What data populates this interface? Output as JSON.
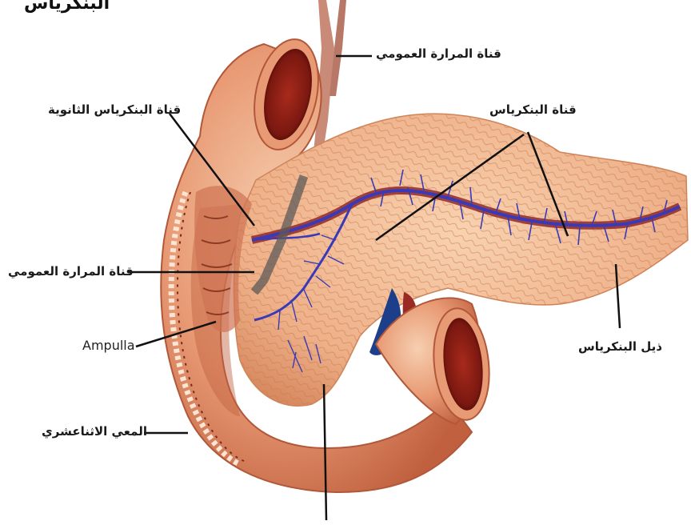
{
  "title_fragment": "البنكرياس",
  "labels": {
    "common_bile_duct_top": "قناة المرارة العمومي",
    "accessory_pancreatic_duct": "قناة البنكرياس الثانوية",
    "pancreatic_duct": "قناة البنكرياس",
    "common_bile_duct_left": "قناة المرارة العمومي",
    "ampulla": "Ampulla",
    "pancreas_tail": "ذيل البنكرياس",
    "duodenum": "المعي الاثناعشري"
  },
  "colors": {
    "flesh": "#e8a07a",
    "flesh_light": "#f2c4a0",
    "flesh_dark": "#c86848",
    "lumen": "#8a1c14",
    "lumen_dark": "#5a0c08",
    "pancreas": "#eeb48a",
    "pancreas_texture": "#c9784e",
    "duct_blue": "#2c2ca8",
    "duct_red": "#8a2020",
    "leader": "#111111"
  }
}
